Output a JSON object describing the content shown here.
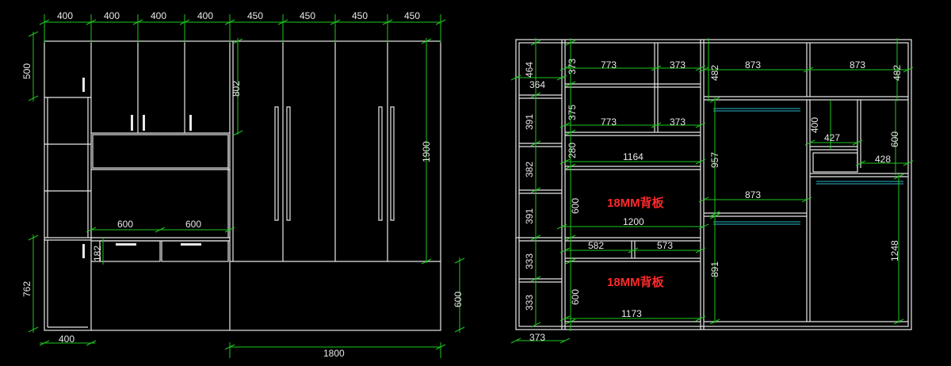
{
  "left_elevation": {
    "top_widths": [
      "400",
      "400",
      "400",
      "400",
      "450",
      "450",
      "450",
      "450"
    ],
    "upper_left_height": "500",
    "upper_cabinet_height": "802",
    "wardrobe_height": "1900",
    "lower_left_height": "762",
    "desk_widths": [
      "600",
      "600"
    ],
    "drawer_height": "182",
    "bottom_left_width": "400",
    "base_height": "600",
    "bottom_total_width": "1800"
  },
  "right_section": {
    "left_col_heights": [
      "464",
      "391",
      "382",
      "391",
      "333",
      "333"
    ],
    "left_col_width": "364",
    "bottom_width": "373",
    "mid_heights": [
      "373",
      "375",
      "280",
      "600",
      "600"
    ],
    "mid_widths": {
      "row1": [
        "773",
        "373"
      ],
      "row2": [
        "773",
        "373"
      ],
      "row3": "1164",
      "row4": "1200",
      "row5": [
        "582",
        "573"
      ],
      "row6": "1173"
    },
    "back_panel_labels": [
      "18MM背板",
      "18MM背板"
    ],
    "right_top_widths": [
      "873",
      "873"
    ],
    "right_top_heights": [
      "482",
      "482"
    ],
    "hang_height_upper": "957",
    "hang_width": "873",
    "hang_height_lower": "891",
    "drawer_col_height": "400",
    "drawer_col_width": "427",
    "drawer_col_right_height": "600",
    "drawer_col_right_width": "428",
    "long_hang_height": "1248"
  }
}
